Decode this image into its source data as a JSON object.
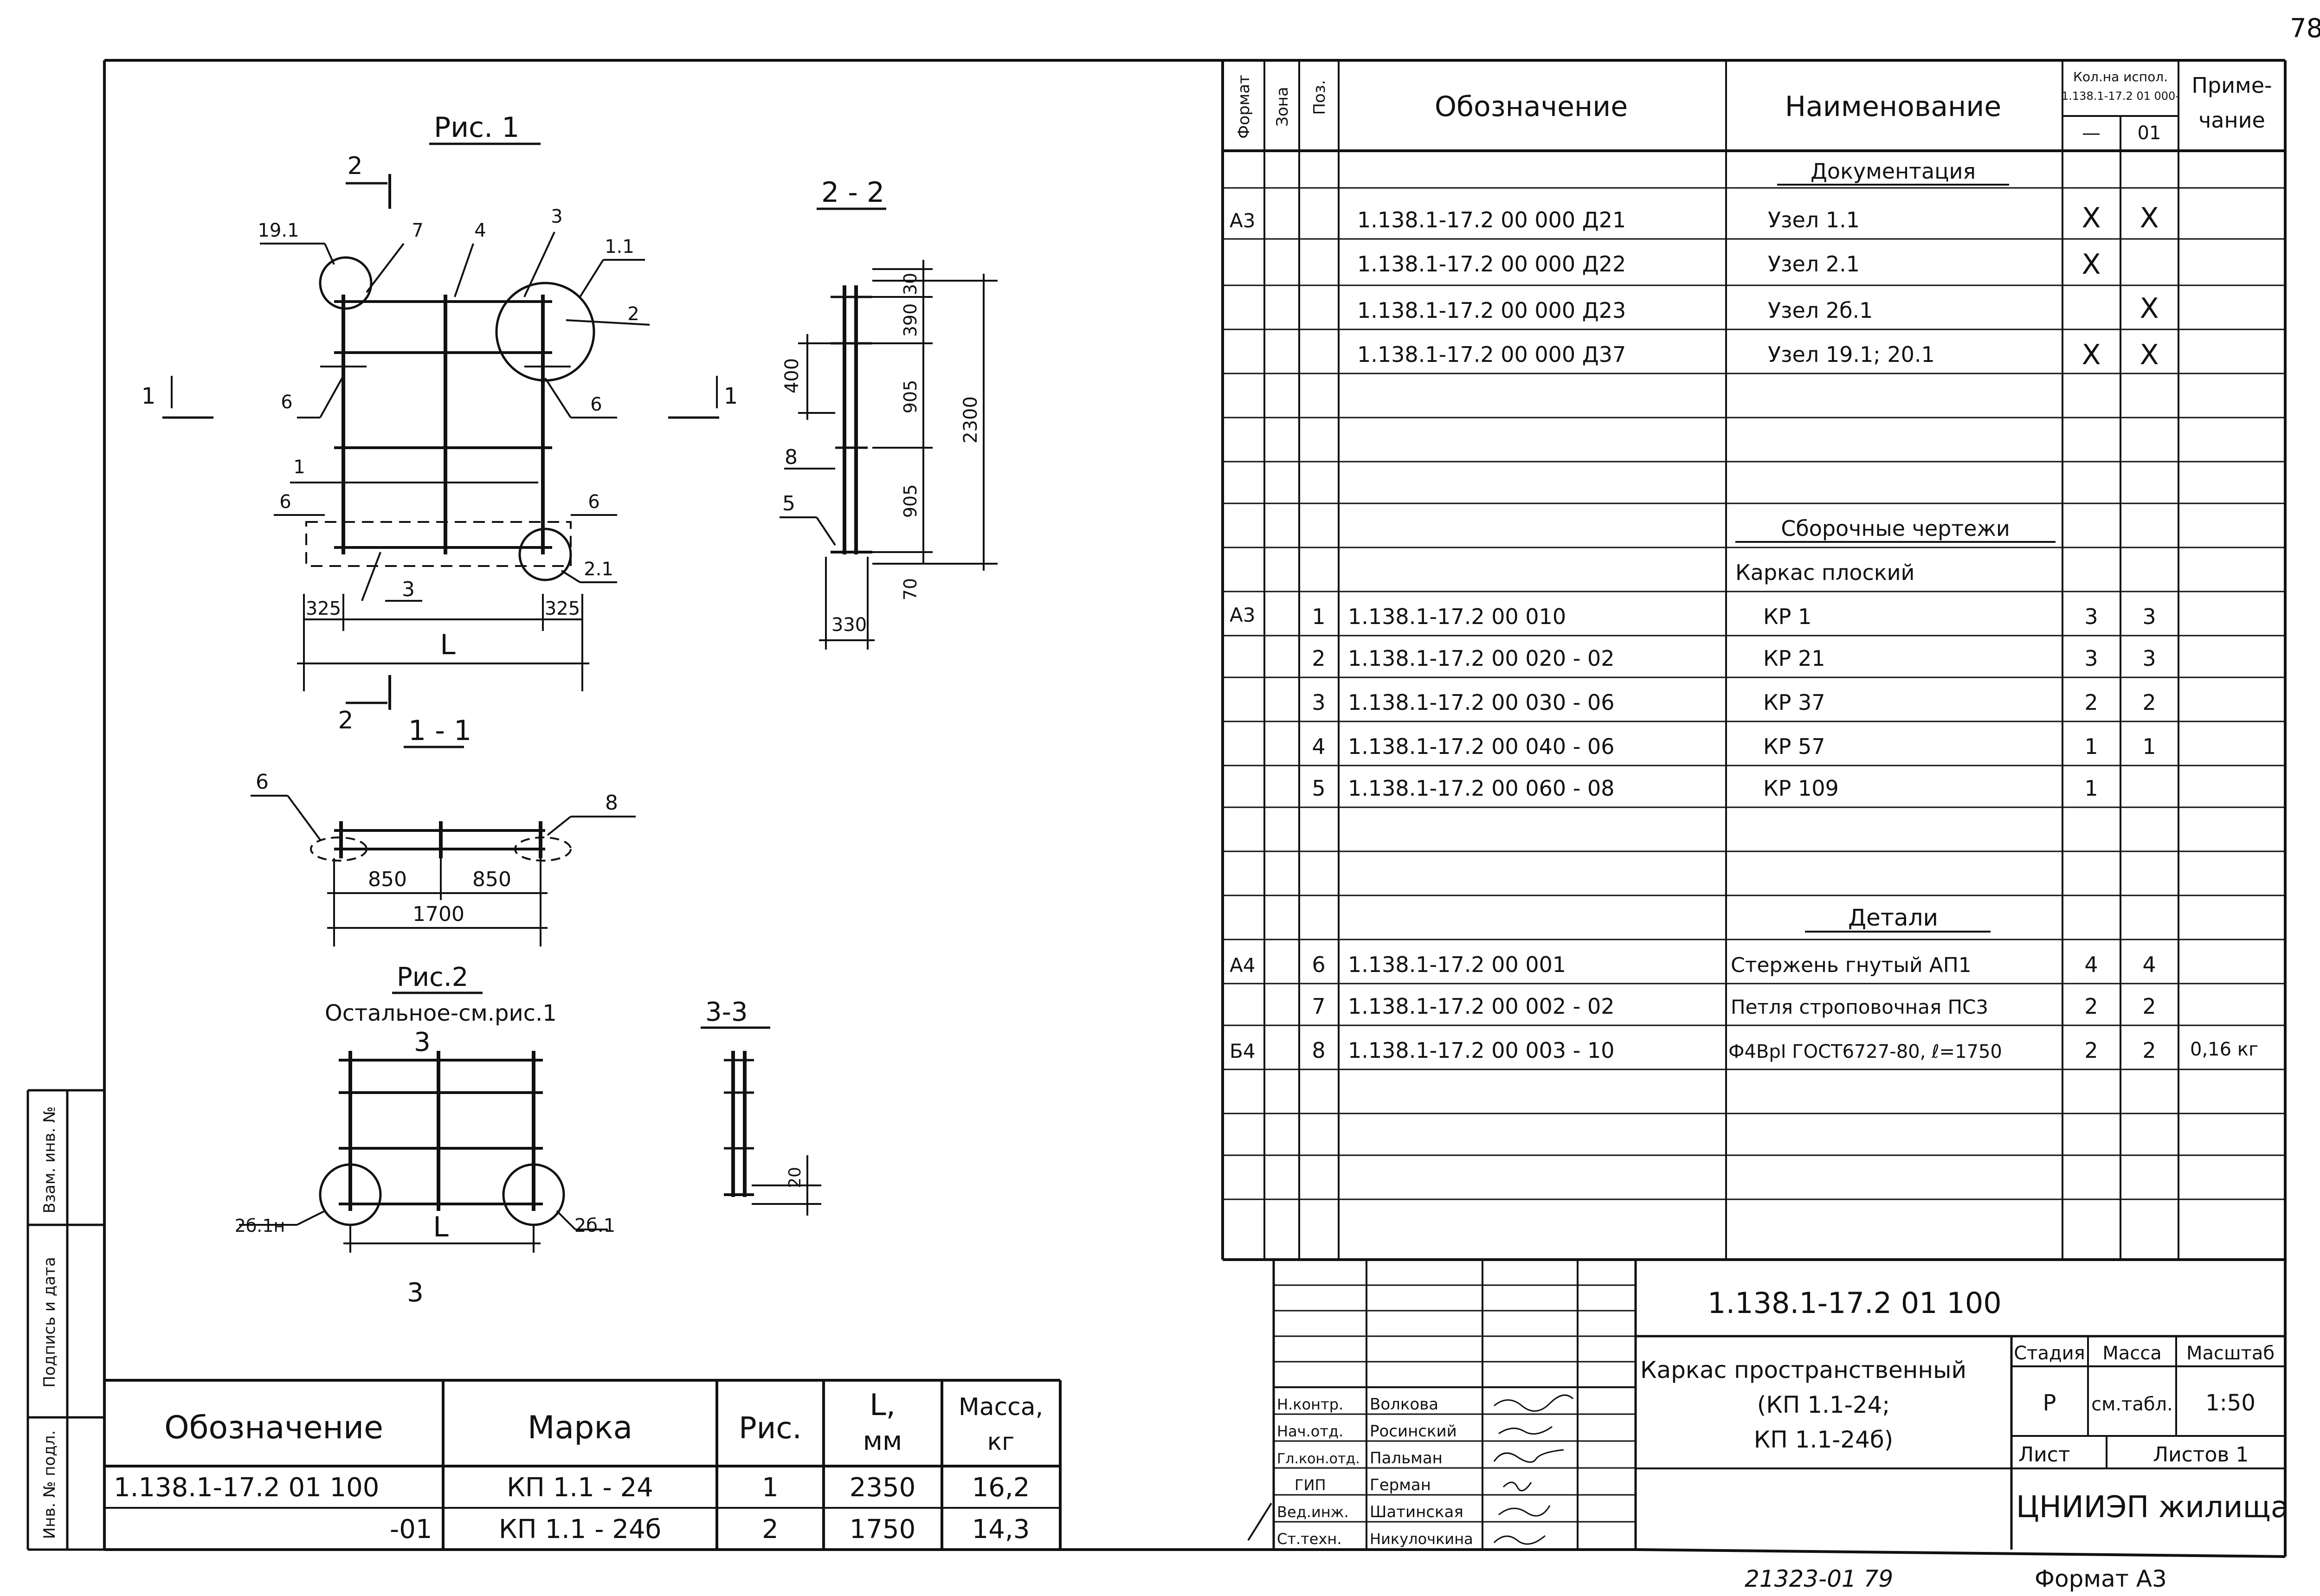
{
  "page_number": "78",
  "figures": {
    "fig1": "Рис. 1",
    "sec22": "2 - 2",
    "sec11": "1 - 1",
    "fig2": "Рис.2",
    "fig2_note": "Остальное-см.рис.1",
    "sec33": "3-3",
    "sec33_dim": "20",
    "fig1_labels": [
      "19.1",
      "7",
      "4",
      "3",
      "1.1",
      "2",
      "6",
      "6",
      "1",
      "6",
      "6",
      "3",
      "2.1",
      "325",
      "325",
      "L",
      "2",
      "2",
      "1",
      "1"
    ],
    "sec22_labels": [
      "400",
      "8",
      "5",
      "330",
      "30",
      "390",
      "905",
      "905",
      "70",
      "2300"
    ],
    "sec11_labels": [
      "6",
      "8",
      "850",
      "850",
      "1700"
    ],
    "fig2_labels": [
      "3",
      "3",
      "2б.1н",
      "2б.1",
      "L"
    ]
  },
  "spec_table": {
    "headers": {
      "format": "Формат",
      "zone": "Зона",
      "pos": "Поз.",
      "designation": "Обозначение",
      "name": "Наименование",
      "qty_line1": "Кол.на испол.",
      "qty_line2": "1.138.1-17.2 01 000-",
      "qty_col1": "—",
      "qty_col2": "01",
      "note_line1": "Приме-",
      "note_line2": "чание"
    },
    "sec_docs": "Документация",
    "doc_rows": [
      {
        "format": "А3",
        "designation": "1.138.1-17.2  00 000  Д21",
        "name": "Узел    1.1",
        "q1": "X",
        "q2": "X"
      },
      {
        "format": "",
        "designation": "1.138.1-17.2  00 000  Д22",
        "name": "Узел    2.1",
        "q1": "X",
        "q2": ""
      },
      {
        "format": "",
        "designation": "1.138.1-17.2  00 000  Д23",
        "name": "Узел    2б.1",
        "q1": "",
        "q2": "X"
      },
      {
        "format": "",
        "designation": "1.138.1-17.2  00 000  Д37",
        "name": "Узел    19.1; 20.1",
        "q1": "X",
        "q2": "X"
      }
    ],
    "sec_assembly": "Сборочные чертежи",
    "sub_assembly": "Каркас   плоский",
    "asm_rows": [
      {
        "format": "А3",
        "pos": "1",
        "designation": "1.138.1-17.2  00 010",
        "name": "КР   1",
        "q1": "3",
        "q2": "3"
      },
      {
        "format": "",
        "pos": "2",
        "designation": "1.138.1-17.2  00 020 - 02",
        "name": "КР  21",
        "q1": "3",
        "q2": "3"
      },
      {
        "format": "",
        "pos": "3",
        "designation": "1.138.1-17.2  00 030 - 06",
        "name": "КР  37",
        "q1": "2",
        "q2": "2"
      },
      {
        "format": "",
        "pos": "4",
        "designation": "1.138.1-17.2  00 040 - 06",
        "name": "КР  57",
        "q1": "1",
        "q2": "1"
      },
      {
        "format": "",
        "pos": "5",
        "designation": "1.138.1-17.2  00 060 - 08",
        "name": "КР 109",
        "q1": "1",
        "q2": ""
      }
    ],
    "sec_details": "Детали",
    "det_rows": [
      {
        "format": "А4",
        "pos": "6",
        "designation": "1.138.1-17.2  00 001",
        "name": "Стержень гнутый   АП1",
        "q1": "4",
        "q2": "4",
        "note": ""
      },
      {
        "format": "",
        "pos": "7",
        "designation": "1.138.1-17.2  00 002 - 02",
        "name": "Петля строповочная  ПС3",
        "q1": "2",
        "q2": "2",
        "note": ""
      },
      {
        "format": "Б4",
        "pos": "8",
        "designation": "1.138.1-17.2  00 003 - 10",
        "name": "Ф4ВрI ГОСТ6727-80, ℓ=1750",
        "q1": "2",
        "q2": "2",
        "note": "0,16 кг"
      }
    ]
  },
  "marks_table": {
    "headers": {
      "designation": "Обозначение",
      "mark": "Марка",
      "fig": "Рис.",
      "l_top": "L,",
      "l_bottom": "мм",
      "mass_top": "Масса,",
      "mass_bottom": "кг"
    },
    "rows": [
      {
        "designation": "1.138.1-17.2  01 100",
        "mark": "КП 1.1 - 24",
        "fig": "1",
        "l": "2350",
        "mass": "16,2"
      },
      {
        "designation": "-01",
        "mark": "КП 1.1 - 24б",
        "fig": "2",
        "l": "1750",
        "mass": "14,3"
      }
    ]
  },
  "side_stamp": {
    "cells": [
      "Инв. № подл.",
      "Подпись и дата",
      "Взам. инв. №"
    ]
  },
  "title_block": {
    "code": "1.138.1-17.2 01 100",
    "title_lines": [
      "Каркас пространственный",
      "(КП 1.1-24;",
      "КП 1.1-24б)"
    ],
    "stage_label": "Стадия",
    "mass_label": "Масса",
    "scale_label": "Масштаб",
    "stage": "Р",
    "mass": "см.табл.",
    "scale": "1:50",
    "sheet_label": "Лист",
    "sheets_label": "Листов 1",
    "org": "ЦНИИЭП жилища",
    "signatures": [
      {
        "role": "Н.контр.",
        "name": "Волкова"
      },
      {
        "role": "Нач.отд.",
        "name": "Росинский"
      },
      {
        "role": "Гл.кон.отд.",
        "name": "Пальман"
      },
      {
        "role": "ГИП",
        "name": "Герман"
      },
      {
        "role": "Вед.инж.",
        "name": "Шатинская"
      },
      {
        "role": "Ст.техн.",
        "name": "Никулочкина"
      }
    ]
  },
  "footer": {
    "archive": "21323-01   79",
    "format": "Формат А3"
  }
}
